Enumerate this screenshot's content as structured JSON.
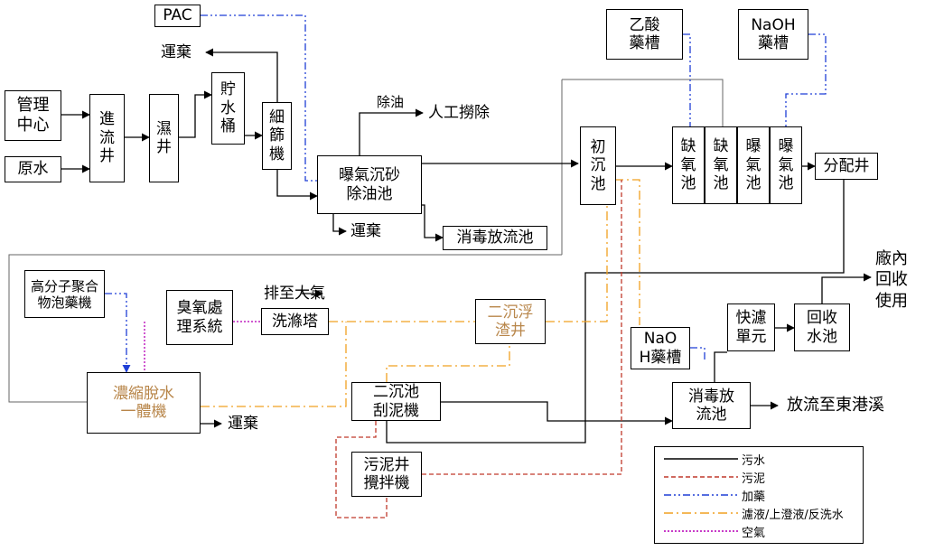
{
  "colors": {
    "sewage": "#000000",
    "sludge": "#c0392b",
    "chemical": "#1f3fd6",
    "filtrate": "#f0a020",
    "air": "#c020c0",
    "brown_text": "#b8864a"
  },
  "boxes": {
    "pac": "PAC",
    "admin_center": "管理\n中心",
    "raw_water": "原水",
    "inflow_well": "進\n流\n井",
    "wet_well": "濕\n井",
    "storage_bucket": "貯\n水\n桶",
    "fine_screen": "細\n篩\n機",
    "aerated_grit": "曝氣沉砂\n除油池",
    "disinfect_discharge_pond_1": "消毒放流池",
    "primary_clarifier": "初\n沉\n池",
    "acetic_tank": "乙酸\n藥槽",
    "naoh_tank": "NaOH\n藥槽",
    "anoxic_1": "缺\n氧\n池",
    "anoxic_2": "缺\n氧\n池",
    "aeration_1": "曝\n氣\n池",
    "aeration_2": "曝\n氣\n池",
    "distribution_well": "分配井",
    "polymer_tank": "高分子聚合\n物泡藥機",
    "ozone_system": "臭氧處\n理系統",
    "scrubber": "洗滌塔",
    "secondary_float": "二沉浮\n渣井",
    "dewatering": "濃縮脫水\n一體機",
    "secondary_clarifier": "二沉池\n刮泥機",
    "sludge_well": "污泥井\n攪拌機",
    "naoh_tank_2": "NaO\nH藥槽",
    "disinfect_discharge_pond_2": "消毒放\n流池",
    "fast_filter": "快濾\n單元",
    "recycle_pond": "回收\n水池"
  },
  "labels": {
    "disposal_top": "運棄",
    "oil_removal": "除油",
    "manual_removal": "人工撈除",
    "disposal_mid": "運棄",
    "exhaust": "排至大氣",
    "disposal_bottom": "運棄",
    "discharge_to_creek": "放流至東港溪",
    "reuse": "廠內\n回收\n使用"
  },
  "legend": [
    {
      "label": "污水",
      "style": "solid",
      "color": "#000000"
    },
    {
      "label": "污泥",
      "style": "dashed",
      "color": "#c0392b"
    },
    {
      "label": "加藥",
      "style": "dashdotdot",
      "color": "#1f3fd6"
    },
    {
      "label": "濾液/上澄液/反洗水",
      "style": "dashdot",
      "color": "#f0a020"
    },
    {
      "label": "空氣",
      "style": "dotted",
      "color": "#c020c0"
    }
  ]
}
